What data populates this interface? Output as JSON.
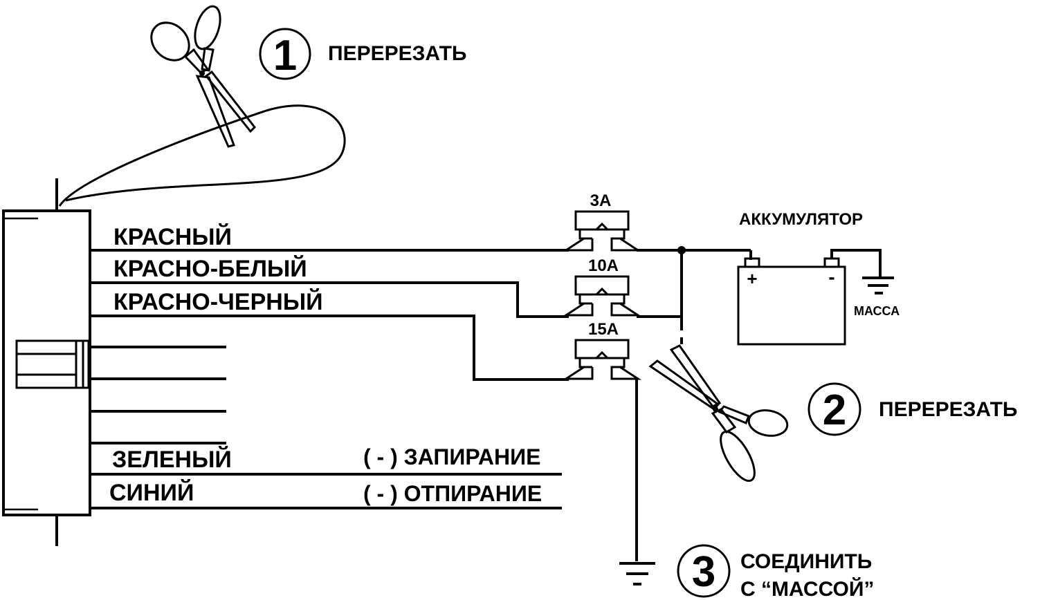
{
  "steps": [
    {
      "number": "1",
      "action": "ПЕРЕРЕЗАТЬ"
    },
    {
      "number": "2",
      "action": "ПЕРЕРЕЗАТЬ"
    },
    {
      "number": "3",
      "action_line1": "СОЕДИНИТЬ",
      "action_line2": "С “МАССОЙ”"
    }
  ],
  "wires": {
    "red": "КРАСНЫЙ",
    "red_white": "КРАСНО-БЕЛЫЙ",
    "red_black": "КРАСНО-ЧЕРНЫЙ",
    "green": "ЗЕЛЕНЫЙ",
    "blue": "СИНИЙ"
  },
  "functions": {
    "lock": "( - ) ЗАПИРАНИЕ",
    "unlock": "( - ) ОТПИРАНИЕ"
  },
  "fuses": [
    "3A",
    "10A",
    "15A"
  ],
  "battery": {
    "label": "АККУМУЛЯТОР",
    "plus": "+",
    "minus": "-"
  },
  "ground": {
    "label": "МАССА"
  }
}
